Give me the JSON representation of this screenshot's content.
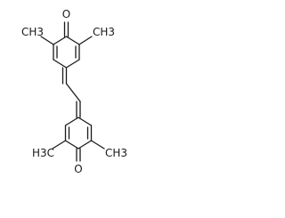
{
  "molecule": {
    "top_oxygen": "O",
    "bottom_oxygen": "O",
    "top_left_methyl": "CH3",
    "top_right_methyl": "CH3",
    "bottom_left_methyl": "H3C",
    "bottom_right_methyl": "CH3",
    "ink_color": "#1a1a1a",
    "background_color": "#ffffff"
  }
}
